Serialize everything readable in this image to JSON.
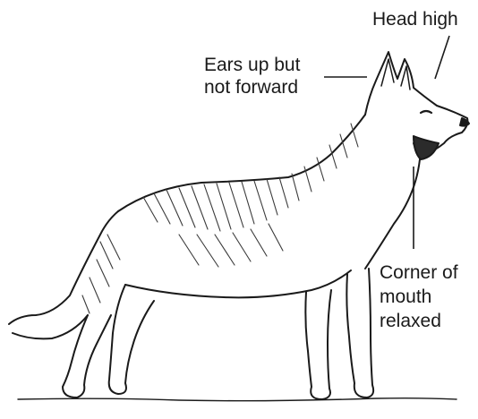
{
  "annotations": {
    "head_high": "Head high",
    "ears_line1": "Ears up but",
    "ears_line2": "not forward",
    "mouth_line1": "Corner of",
    "mouth_line2": "mouth",
    "mouth_line3": "relaxed"
  },
  "colors": {
    "ink": "#1a1a1a",
    "paper": "#ffffff",
    "shade": "#3a3a3a"
  }
}
